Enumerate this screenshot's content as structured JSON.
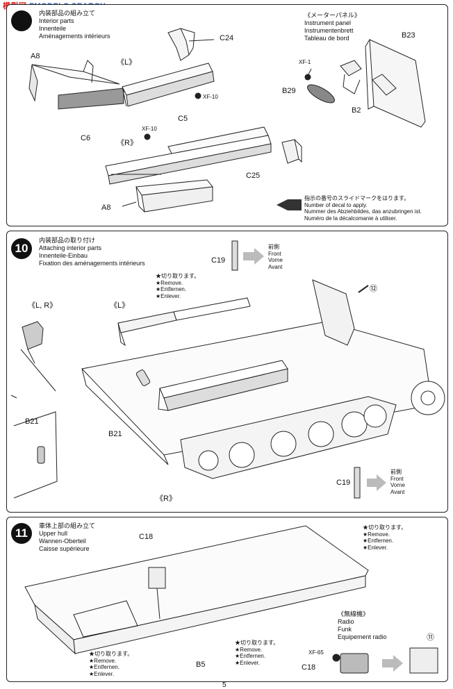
{
  "watermark": "FMODELS SEARCH",
  "watermark_jp": "模型网",
  "step9": {
    "title_jp": "内装部品の組み立て",
    "title_en": "Interior parts",
    "title_de": "Innenteile",
    "title_fr": "Aménagements intérieurs",
    "labels": {
      "c24": "C24",
      "a8_top": "A8",
      "l": "《L》",
      "xf10_a": "XF-10",
      "c6": "C6",
      "c5": "C5",
      "xf10_b": "XF-10",
      "r": "《R》",
      "c25": "C25",
      "a8_bottom": "A8"
    },
    "panel_title_jp": "《メーターパネル》",
    "panel_title_en": "Instrument panel",
    "panel_title_de": "Instrumentenbrett",
    "panel_title_fr": "Tableau de bord",
    "panel_labels": {
      "xf1": "XF-1",
      "b23": "B23",
      "b29": "B29",
      "b2": "B2"
    },
    "decal_jp": "指示の番号のスライドマークをはります。",
    "decal_en": "Number of decal to apply.",
    "decal_de": "Nummer des Abziehbildes, das anzubringen ist.",
    "decal_fr": "Numéro de la décalcomanie à utiliser."
  },
  "step10": {
    "number": "10",
    "title_jp": "内装部品の取り付け",
    "title_en": "Attaching interior parts",
    "title_de": "Innenteile-Einbau",
    "title_fr": "Fixation des aménagements intérieurs",
    "front_jp": "前側",
    "front_en": "Front",
    "front_de": "Vorne",
    "front_fr": "Avant",
    "c19_top": "C19",
    "c19_bottom": "C19",
    "remove_jp": "★切り取ります。",
    "remove_en": "★Remove.",
    "remove_de": "★Entfernen.",
    "remove_fr": "★Enlever.",
    "lr": "《L, R》",
    "l": "《L》",
    "r": "《R》",
    "b21_a": "B21",
    "b21_b": "B21",
    "ref12": "⑫"
  },
  "step11": {
    "number": "11",
    "title_jp": "車体上部の組み立て",
    "title_en": "Upper hull",
    "title_de": "Wannen-Oberteil",
    "title_fr": "Caisse supérieure",
    "c18_top": "C18",
    "c18_bottom": "C18",
    "b5": "B5",
    "xf65": "XF-65",
    "remove_jp": "★切り取ります。",
    "remove_en": "★Remove.",
    "remove_de": "★Entfernen.",
    "remove_fr": "★Enlever.",
    "radio_jp": "《無線機》",
    "radio_en": "Radio",
    "radio_de": "Funk",
    "radio_fr": "Equipement radio",
    "ref11": "⑪"
  },
  "page_number": "5"
}
